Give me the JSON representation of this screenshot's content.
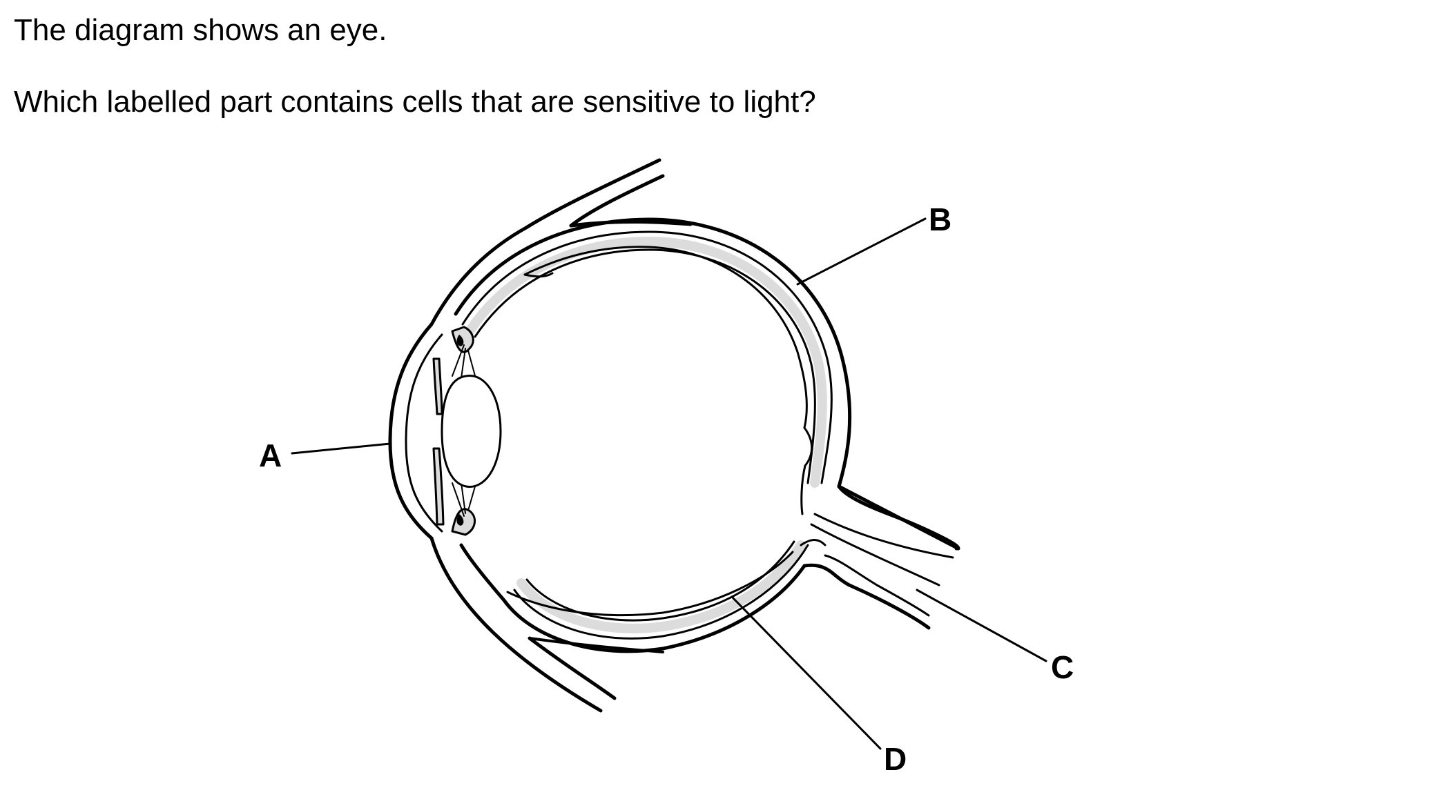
{
  "question": {
    "intro": "The diagram shows an eye.",
    "prompt": "Which labelled part contains cells that are sensitive to light?"
  },
  "diagram": {
    "labels": {
      "a": "A",
      "b": "B",
      "c": "C",
      "d": "D"
    },
    "colors": {
      "outline": "#000000",
      "shaded_layer": "#dcdcdc",
      "background": "#ffffff"
    }
  }
}
